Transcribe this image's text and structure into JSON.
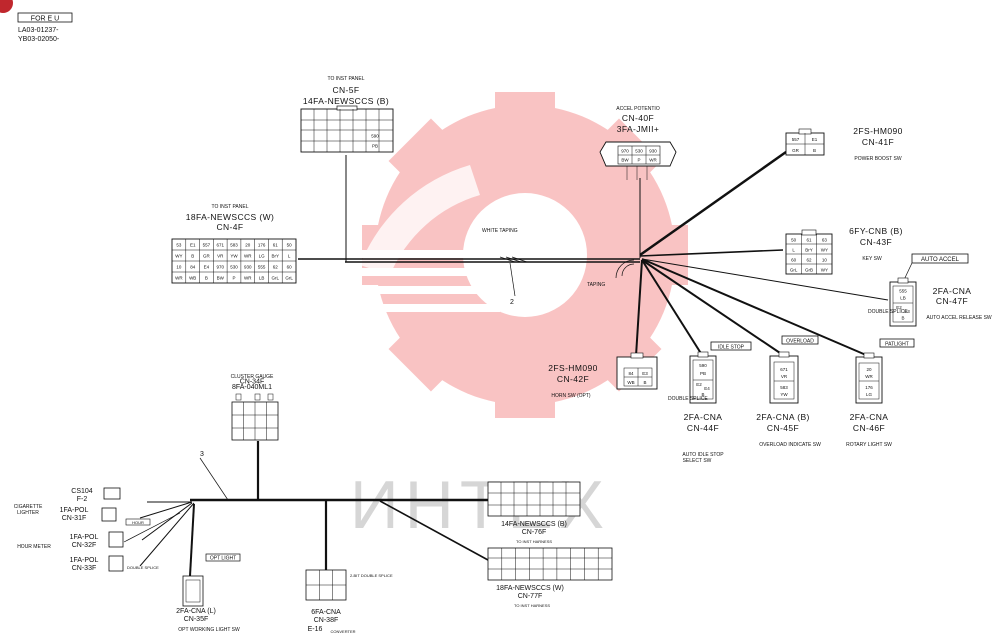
{
  "header": {
    "region_badge": "FOR E U",
    "serial_1": "LA03-01237-",
    "serial_2": "YB03-02050-"
  },
  "watermark": {
    "text": "ИНТЕХ"
  },
  "harness_numbers": {
    "main": "2",
    "lower": "3"
  },
  "taping": {
    "white": "WHITE TAPING",
    "plain": "TAPING"
  },
  "connectors": {
    "cn5f": {
      "dest": "TO INST PANEL",
      "id": "CN-5F",
      "type": "14FA-NEWSCCS (B)",
      "cells": [
        "590",
        "PB"
      ]
    },
    "cn4f": {
      "dest": "TO INST PANEL",
      "type": "18FA-NEWSCCS (W)",
      "id": "CN-4F",
      "row1": [
        "53",
        "E1",
        "557",
        "671",
        "583",
        "20",
        "176",
        "61",
        "50"
      ],
      "row2": [
        "WY",
        "B",
        "GR",
        "VR",
        "YW",
        "WR",
        "LG",
        "BrY",
        "L"
      ],
      "row3": [
        "10",
        "84",
        "E4",
        "970",
        "530",
        "930",
        "555",
        "62",
        "60"
      ],
      "row4": [
        "WR",
        "WB",
        "B",
        "BW",
        "P",
        "WR",
        "LB",
        "GrL",
        "GrL"
      ]
    },
    "cn40f": {
      "dest": "ACCEL POTENTIO",
      "id": "CN-40F",
      "type": "3FA-JMII+",
      "cells": [
        "970",
        "530",
        "930",
        "BW",
        "P",
        "WR"
      ]
    },
    "cn41f": {
      "type": "2FS-HM090",
      "id": "CN-41F",
      "func": "POWER BOOST SW",
      "cells": [
        "557",
        "E1",
        "GR",
        "B"
      ]
    },
    "cn43f": {
      "type": "6FY-CNB (B)",
      "id": "CN-43F",
      "func": "KEY SW",
      "cells": [
        "50",
        "61",
        "63",
        "L",
        "BrY",
        "WY",
        "60",
        "62",
        "10",
        "GrL",
        "GrB",
        "WY"
      ]
    },
    "cn47f": {
      "tag": "AUTO ACCEL",
      "type": "2FA-CNA",
      "id": "CN-47F",
      "func": "AUTO ACCEL RELEASE SW",
      "splice": "DOUBLE SPLICE",
      "cells": [
        "555",
        "LB",
        "E2",
        "E3",
        "B"
      ]
    },
    "cn42f": {
      "type": "2FS-HM090",
      "id": "CN-42F",
      "func": "HORN SW (OPT)",
      "cells": [
        "84",
        "E3",
        "WB",
        "B"
      ]
    },
    "cn44f": {
      "tag": "IDLE STOP",
      "type": "2FA-CNA",
      "id": "CN-44F",
      "func1": "AUTO IDLE STOP",
      "func2": "SELECT SW",
      "splice": "DOUBLE SPLICE",
      "cells": [
        "590",
        "PB",
        "E2",
        "E4",
        "B"
      ]
    },
    "cn45f": {
      "tag": "OVERLOAD",
      "type": "2FA-CNA (B)",
      "id": "CN-45F",
      "func": "OVERLOAD INDICATE SW",
      "cells": [
        "671",
        "VR",
        "583",
        "YW"
      ]
    },
    "cn46f": {
      "tag": "PATLIGHT",
      "type": "2FA-CNA",
      "id": "CN-46F",
      "func": "ROTARY LIGHT SW",
      "cells": [
        "20",
        "WR",
        "176",
        "LG"
      ]
    },
    "cn34f": {
      "dest": "CLUSTER GAUGE",
      "type": "8FA-040ML1",
      "id": "CN-34F"
    },
    "cn31f": {
      "type": "1FA-POL",
      "id": "CN-31F",
      "func1": "CIGARETTE",
      "func2": "LIGHTER"
    },
    "cs104": {
      "type": "CS104",
      "id": "F-2"
    },
    "cn32f": {
      "type": "1FA-POL",
      "id": "CN-32F",
      "func": "HOUR METER",
      "tag": "HOUR"
    },
    "cn33f": {
      "type": "1FA-POL",
      "id": "CN-33F",
      "splice": "DOUBLE SPLICE"
    },
    "cn35f": {
      "tag": "OPT LIGHT",
      "type": "2FA-CNA (L)",
      "id": "CN-35F",
      "func": "OPT WORKING LIGHT SW"
    },
    "cn38f": {
      "type": "6FA-CNA",
      "id": "CN-38F",
      "part": "E-16",
      "func": "CONVERTER",
      "splice": "2-BIT DOUBLE SPLICE"
    },
    "cn76f": {
      "type": "14FA-NEWSCCS (B)",
      "id": "CN-76F",
      "dest": "TO INST HARNESS"
    },
    "cn77f": {
      "type": "18FA-NEWSCCS (W)",
      "id": "CN-77F",
      "dest": "TO INST HARNESS"
    }
  }
}
